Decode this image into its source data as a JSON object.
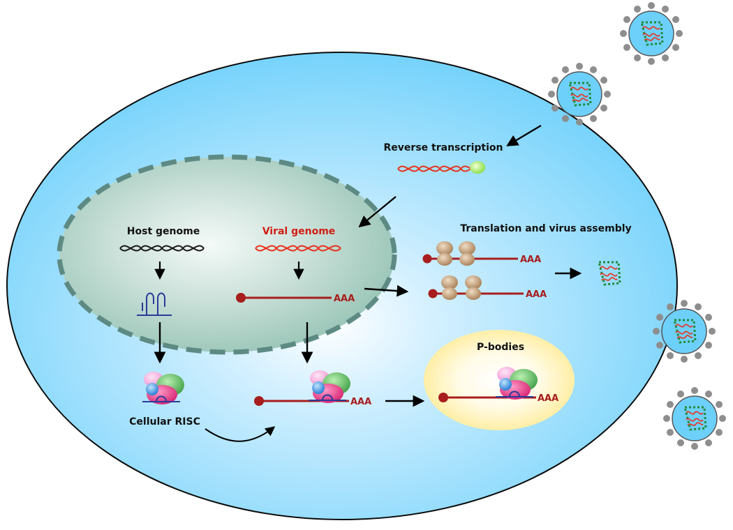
{
  "labels": {
    "reverse_transcription": "Reverse transcription",
    "host_genome": "Host genome",
    "viral_genome": "Viral genome",
    "translation": "Translation and virus assembly",
    "cellular_risc": "Cellular RISC",
    "p_bodies": "P-bodies",
    "polya": "AAA"
  },
  "colors": {
    "cytoplasm": "#6dd0fb",
    "nucleus": "#8fbfb0",
    "nucleus_border": "#5e8a84",
    "viral_rna": "#e8321e",
    "mrna": "#a81d1d",
    "host_dna": "#1a1a1a",
    "envelope": "#8e8e8e",
    "capsid": "#1f8a3a",
    "ribosome": "#c9a27a",
    "p_body": "#fff0a8",
    "risc_magenta": "#e8368a",
    "risc_green": "#5cb85c",
    "risc_blue": "#2f8fe0",
    "risc_pink": "#f7b7e3",
    "hairpin": "#2a3a9a"
  }
}
